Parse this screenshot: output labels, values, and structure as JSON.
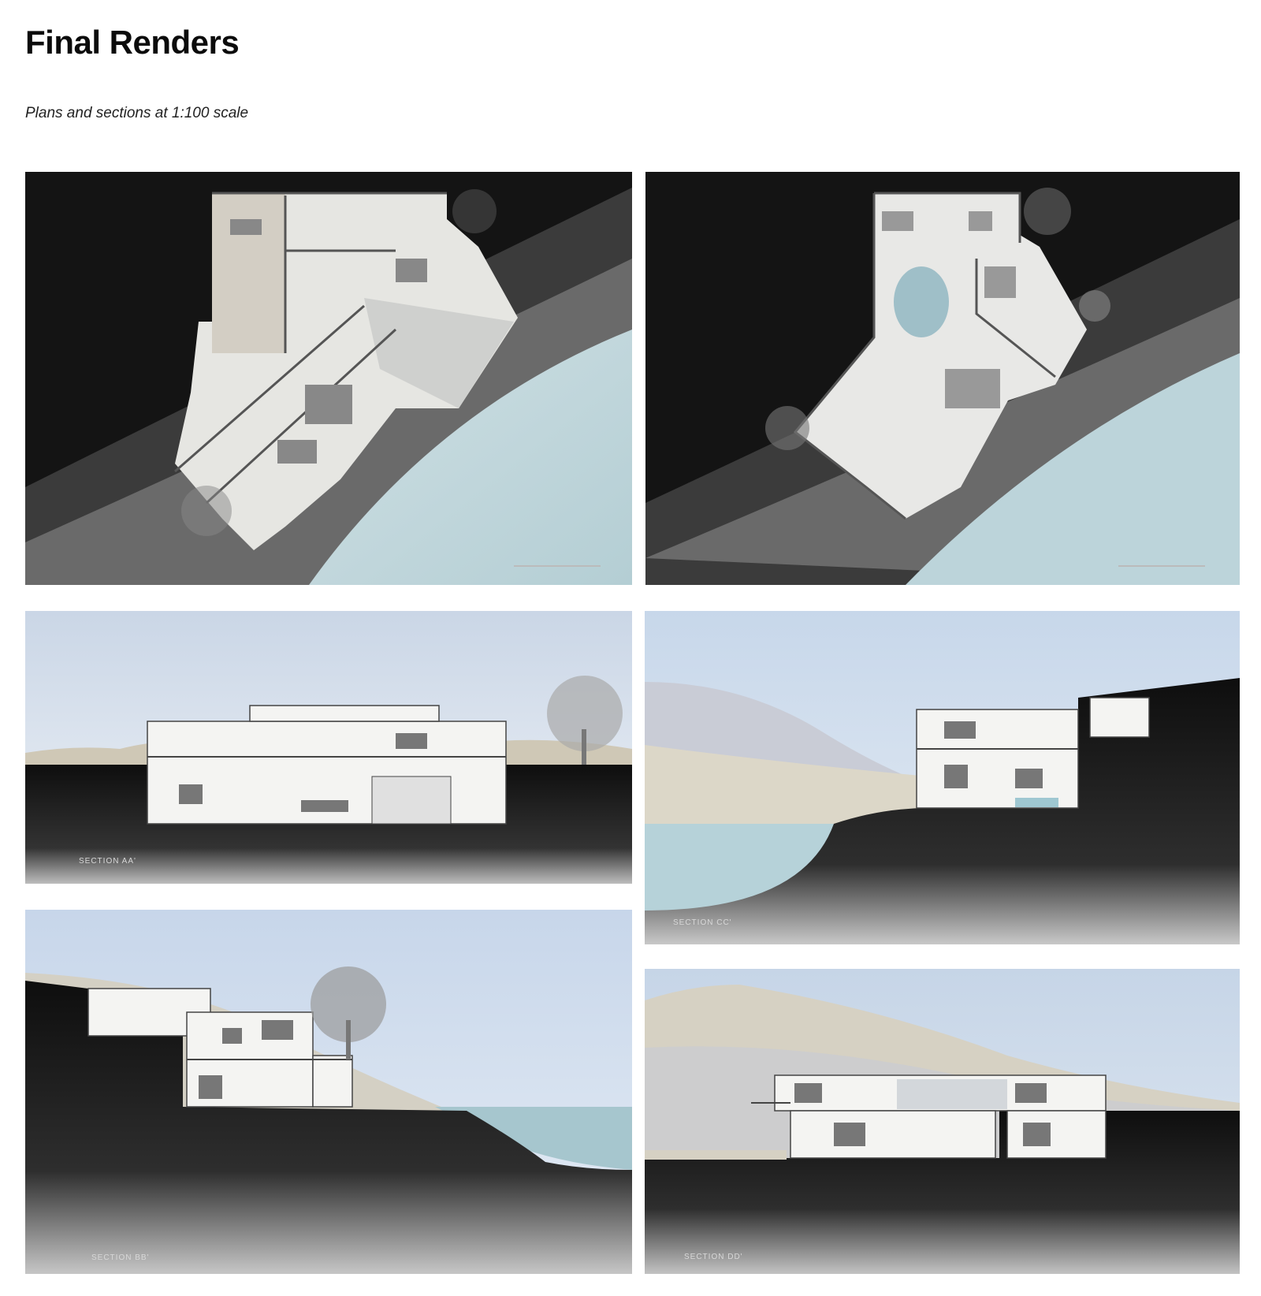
{
  "header": {
    "title": "Final Renders",
    "subtitle": "Plans and sections at 1:100 scale"
  },
  "drawings": {
    "section_aa": "SECTION AA'",
    "section_bb": "SECTION BB'",
    "section_cc": "SECTION CC'",
    "section_dd": "SECTION DD'"
  },
  "colors": {
    "ground": "#111111",
    "water": "#b9d4da",
    "sky": "#d9e3ef",
    "paper": "#f4f4f2"
  }
}
